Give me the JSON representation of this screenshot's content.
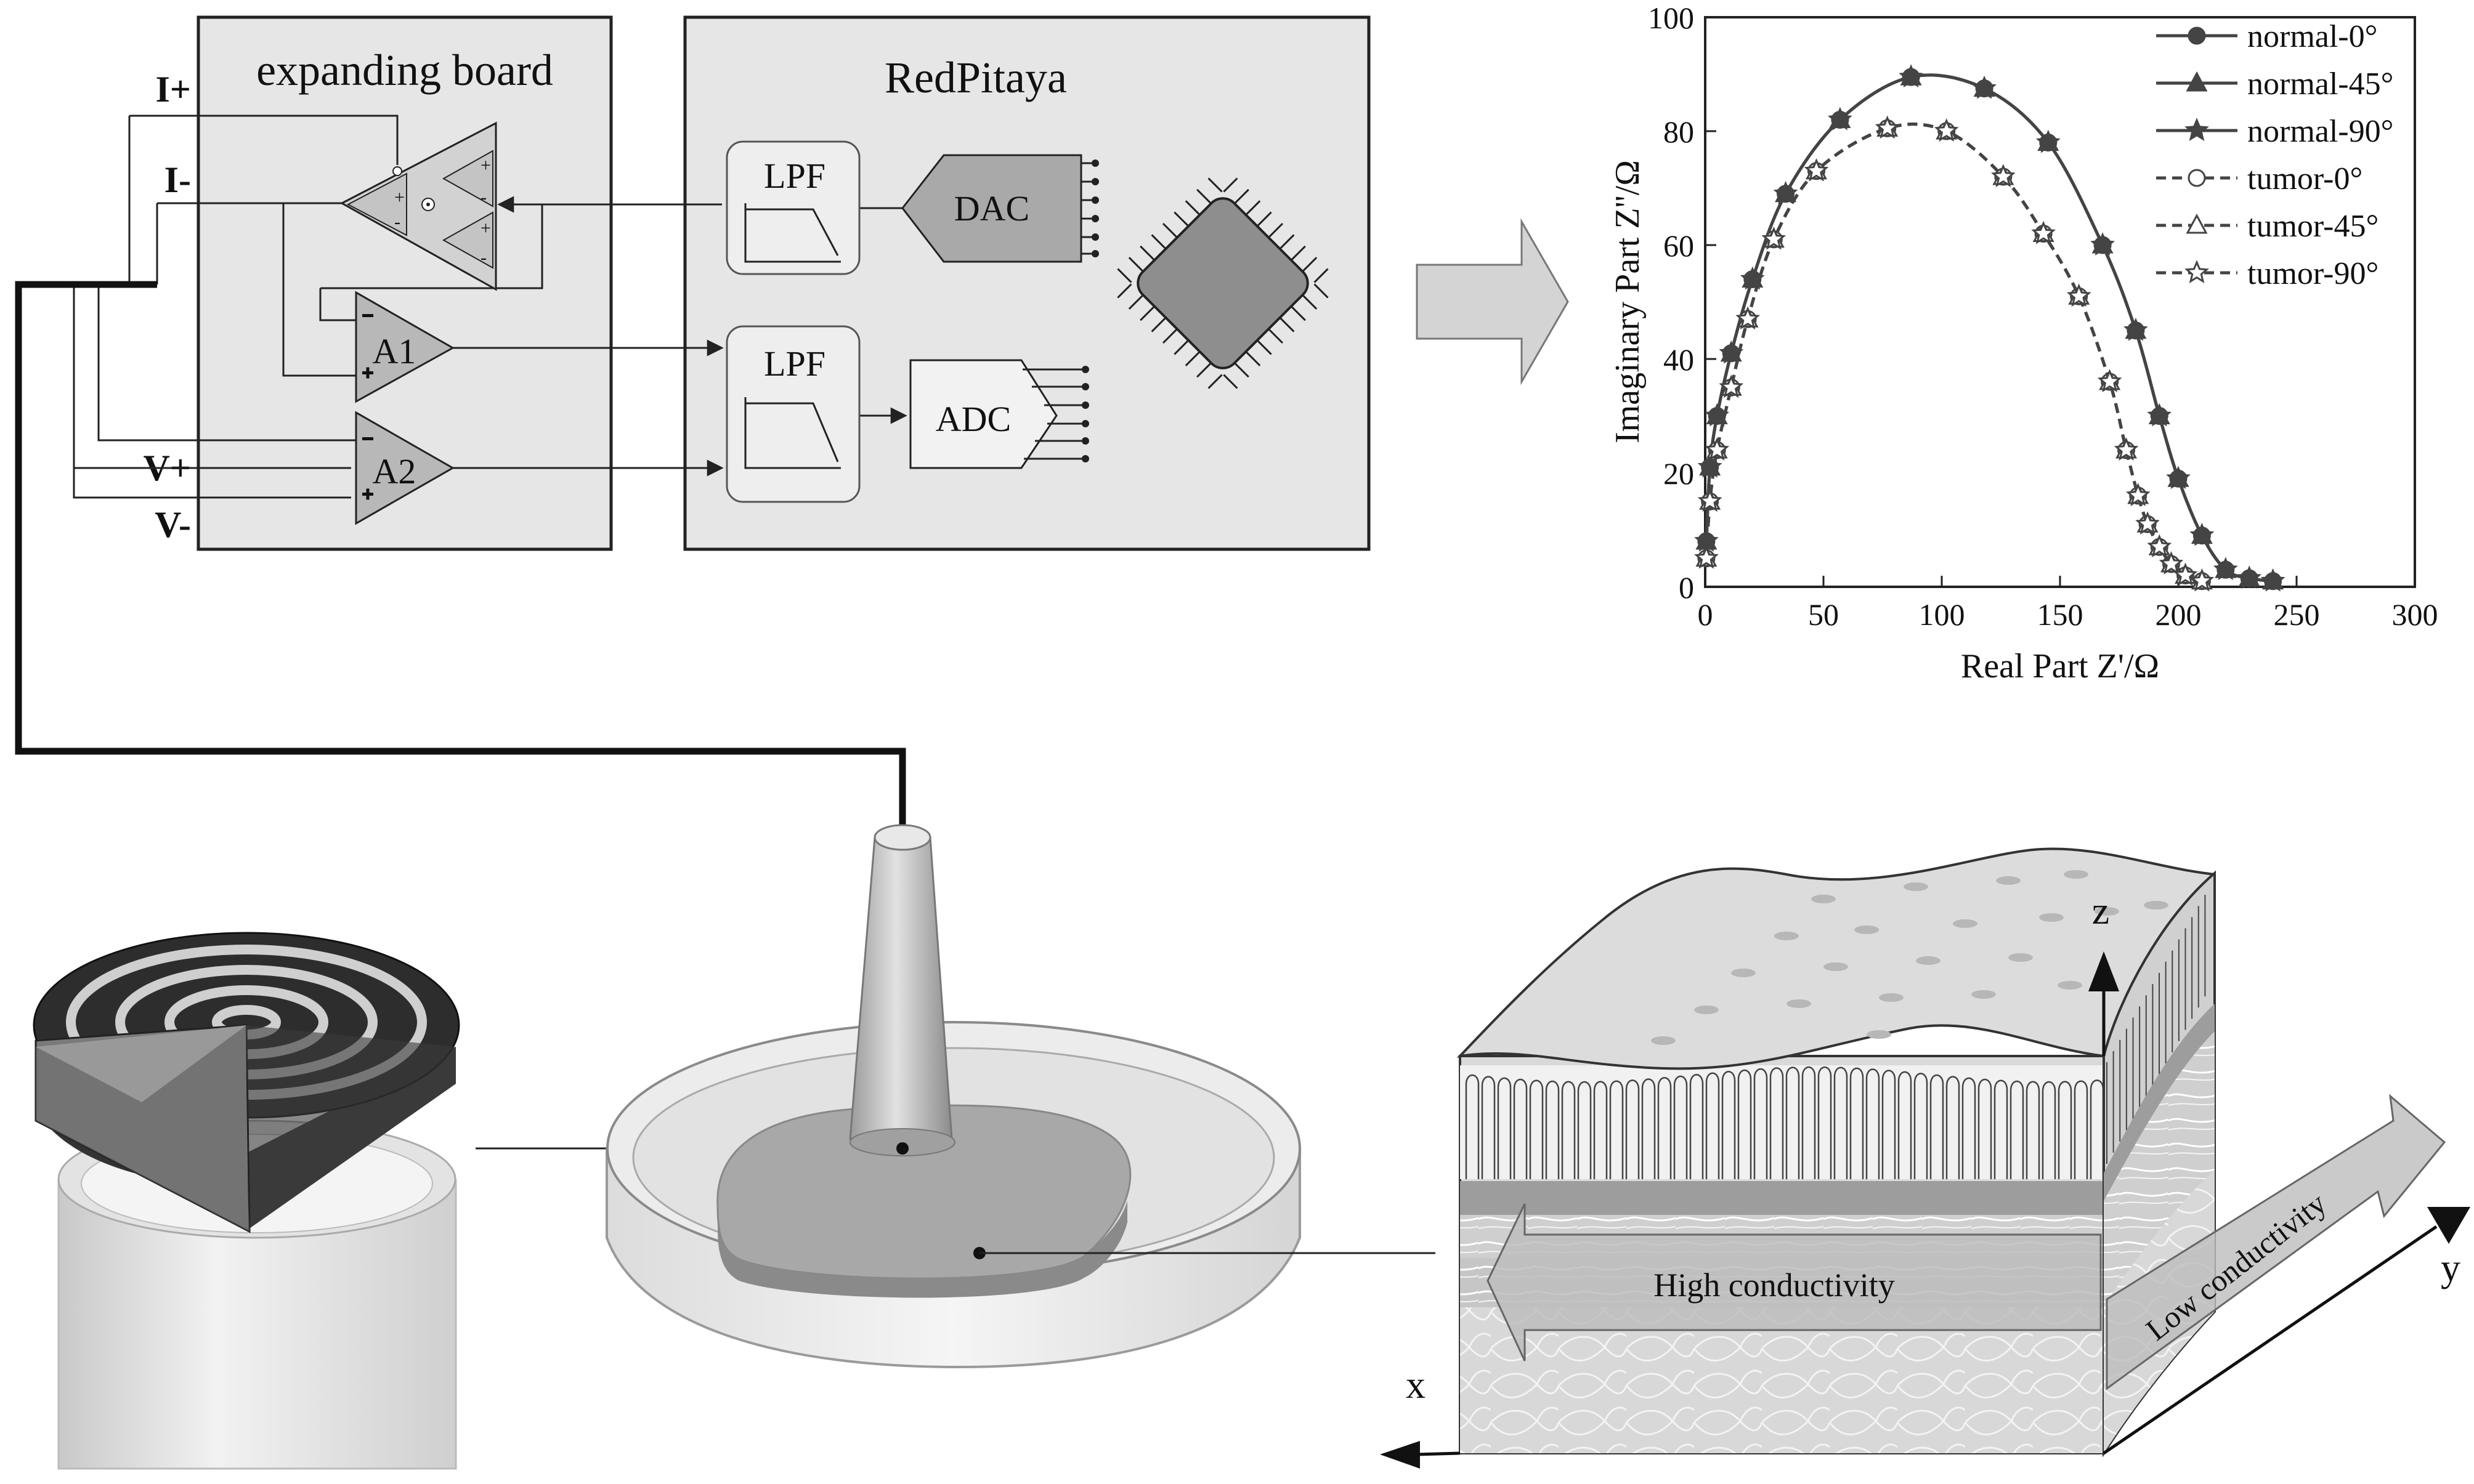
{
  "circuit": {
    "expanding_board_title": "expanding board",
    "redpitaya_title": "RedPitaya",
    "terminals": {
      "i_plus": "I+",
      "i_minus": "I-",
      "v_plus": "V+",
      "v_minus": "V-"
    },
    "amplifiers": {
      "a1": "A1",
      "a2": "A2"
    },
    "blocks": {
      "lpf_top": "LPF",
      "lpf_bottom": "LPF",
      "dac": "DAC",
      "adc": "ADC"
    }
  },
  "chart_data": {
    "type": "line",
    "title": "",
    "xlabel": "Real Part Z'/Ω",
    "ylabel": "Imaginary Part Z''/Ω",
    "xlim": [
      0,
      300
    ],
    "ylim": [
      0,
      100
    ],
    "xticks": [
      "0",
      "50",
      "100",
      "150",
      "200",
      "250",
      "300"
    ],
    "yticks": [
      "0",
      "20",
      "40",
      "60",
      "80",
      "100"
    ],
    "grid": false,
    "legend_position": "top-right",
    "series": [
      {
        "name": "normal-0°",
        "line": "solid",
        "marker": "circle-filled",
        "x": [
          0.5,
          2,
          5,
          11,
          20,
          34,
          57,
          87,
          118,
          145,
          168,
          182,
          192,
          200,
          210,
          220,
          230,
          240
        ],
        "y": [
          8,
          21,
          30,
          41,
          54,
          69,
          82,
          89.5,
          87.5,
          78,
          60,
          45,
          30,
          19,
          9,
          3,
          1.5,
          1
        ]
      },
      {
        "name": "normal-45°",
        "line": "solid",
        "marker": "triangle-filled",
        "x": [
          0.5,
          2,
          5,
          11,
          20,
          34,
          57,
          87,
          118,
          145,
          168,
          182,
          192,
          200,
          210,
          220,
          230,
          240
        ],
        "y": [
          8,
          21,
          30,
          41,
          54,
          69,
          82,
          89.5,
          87.5,
          78,
          60,
          45,
          30,
          19,
          9,
          3,
          1.5,
          1
        ]
      },
      {
        "name": "normal-90°",
        "line": "solid",
        "marker": "star-filled",
        "x": [
          0.5,
          2,
          5,
          11,
          20,
          34,
          57,
          87,
          118,
          145,
          168,
          182,
          192,
          200,
          210,
          220,
          230,
          240
        ],
        "y": [
          8,
          21,
          30,
          41,
          54,
          69,
          82,
          89.5,
          87.5,
          78,
          60,
          45,
          30,
          19,
          9,
          3,
          1.5,
          1
        ]
      },
      {
        "name": "tumor-0°",
        "line": "dashed",
        "marker": "circle-open",
        "x": [
          0.5,
          2,
          5,
          11,
          18,
          29,
          47,
          77,
          102,
          126,
          143,
          158,
          171,
          178,
          183,
          187,
          192,
          197,
          203,
          210
        ],
        "y": [
          5,
          15,
          24,
          35,
          47,
          61,
          73,
          80.5,
          80,
          72,
          62,
          51,
          36,
          24,
          16,
          11,
          7,
          4,
          2,
          1
        ]
      },
      {
        "name": "tumor-45°",
        "line": "dashed",
        "marker": "triangle-open",
        "x": [
          0.5,
          2,
          5,
          11,
          18,
          29,
          47,
          77,
          102,
          126,
          143,
          158,
          171,
          178,
          183,
          187,
          192,
          197,
          203,
          210
        ],
        "y": [
          5,
          15,
          24,
          35,
          47,
          61,
          73,
          80.5,
          80,
          72,
          62,
          51,
          36,
          24,
          16,
          11,
          7,
          4,
          2,
          1
        ]
      },
      {
        "name": "tumor-90°",
        "line": "dashed",
        "marker": "star-open",
        "x": [
          0.5,
          2,
          5,
          11,
          18,
          29,
          47,
          77,
          102,
          126,
          143,
          158,
          171,
          178,
          183,
          187,
          192,
          197,
          203,
          210
        ],
        "y": [
          5,
          15,
          24,
          35,
          47,
          61,
          73,
          80.5,
          80,
          72,
          62,
          51,
          36,
          24,
          16,
          11,
          7,
          4,
          2,
          1
        ]
      }
    ]
  },
  "tissue": {
    "axis_z": "z",
    "axis_y": "y",
    "axis_x": "x",
    "high_conductivity_label": "High conductivity",
    "low_conductivity_label": "Low conductivity"
  },
  "colors": {
    "line": "#222222",
    "panel_fill": "#e6e6e6",
    "chart_line": "#444444",
    "dac_fill": "#a9a9a9",
    "chip_fill": "#8e8e8e"
  }
}
